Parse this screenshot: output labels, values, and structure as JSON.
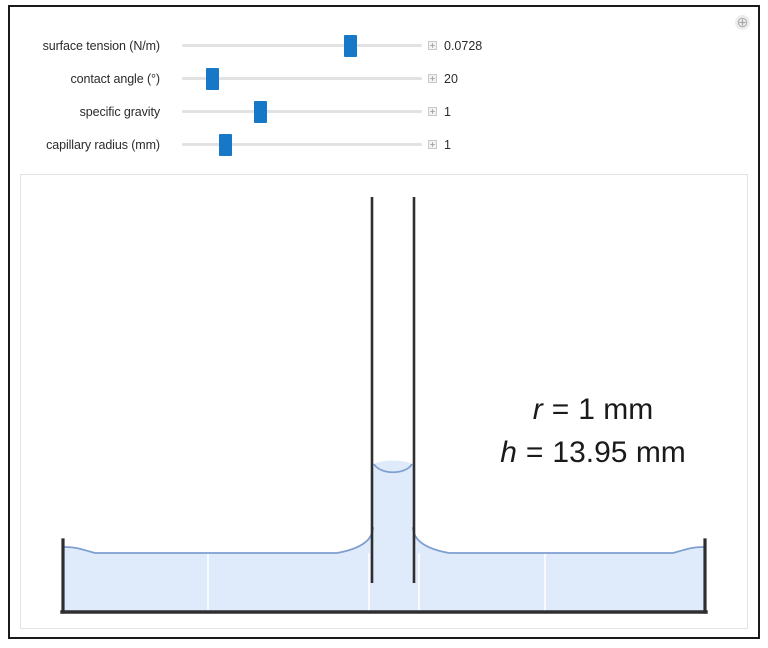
{
  "window": {
    "expand_icon": "plus-circle-icon"
  },
  "controls": [
    {
      "label": "surface tension (N/m)",
      "value": "0.0728",
      "thumb_pct": 70,
      "icon": "expand-box-icon"
    },
    {
      "label": "contact angle (°)",
      "value": "20",
      "thumb_pct": 12.5,
      "icon": "expand-box-icon"
    },
    {
      "label": "specific gravity",
      "value": "1",
      "thumb_pct": 32.5,
      "icon": "expand-box-icon"
    },
    {
      "label": "capillary radius (mm)",
      "value": "1",
      "thumb_pct": 18,
      "icon": "expand-box-icon"
    }
  ],
  "figure": {
    "radius_label": "r",
    "radius_equals": "=",
    "radius_value": "1 mm",
    "height_label": "h",
    "height_equals": "=",
    "height_value": "13.95 mm",
    "water_fill": "#dfebfa",
    "water_surface_line": "#7f9fd0",
    "wall_color": "#333333",
    "gridline_color": "#ffffff"
  }
}
